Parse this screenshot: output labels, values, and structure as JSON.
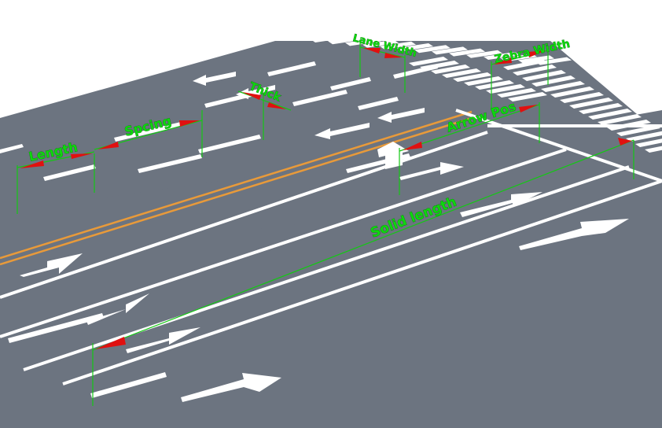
{
  "scene": {
    "road_color": "#6c7480",
    "marking_color": "#ffffff",
    "center_line_color": "#e89a3a",
    "dimension_line_color": "#14c814",
    "dimension_arrow_color": "#e01010"
  },
  "labels": {
    "length": "Length",
    "spacing": "Spcing",
    "thick": "Thick",
    "lane_width": "Lane Width",
    "zebra_width": "Zebra Width",
    "arrow_pos": "Arrow Pos",
    "solid_length": "Solid length"
  }
}
